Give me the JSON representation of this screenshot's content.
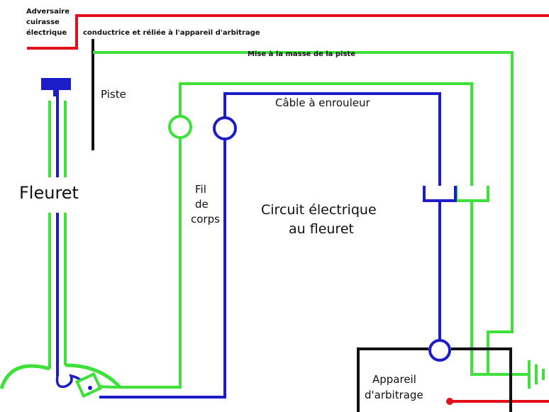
{
  "colors": {
    "red": "#e3101c",
    "green": "#3ee13a",
    "blue": "#1c1cc8",
    "black": "#111111"
  },
  "labels": {
    "adversaire_line1": "Adversaire",
    "adversaire_line2": "cuirasse",
    "adversaire_line3": "électrique",
    "conductrice": "conductrice et réliée à l'appareil d'arbitrage",
    "masse_piste": "Mise à la masse de la piste",
    "piste": "Piste",
    "cable": "Câble à enrouleur",
    "fleuret": "Fleuret",
    "fil_line1": "Fil",
    "fil_line2": "de",
    "fil_line3": "corps",
    "circuit_line1": "Circuit électrique",
    "circuit_line2": "au fleuret",
    "appareil_line1": "Appareil",
    "appareil_line2": "d'arbitrage"
  }
}
